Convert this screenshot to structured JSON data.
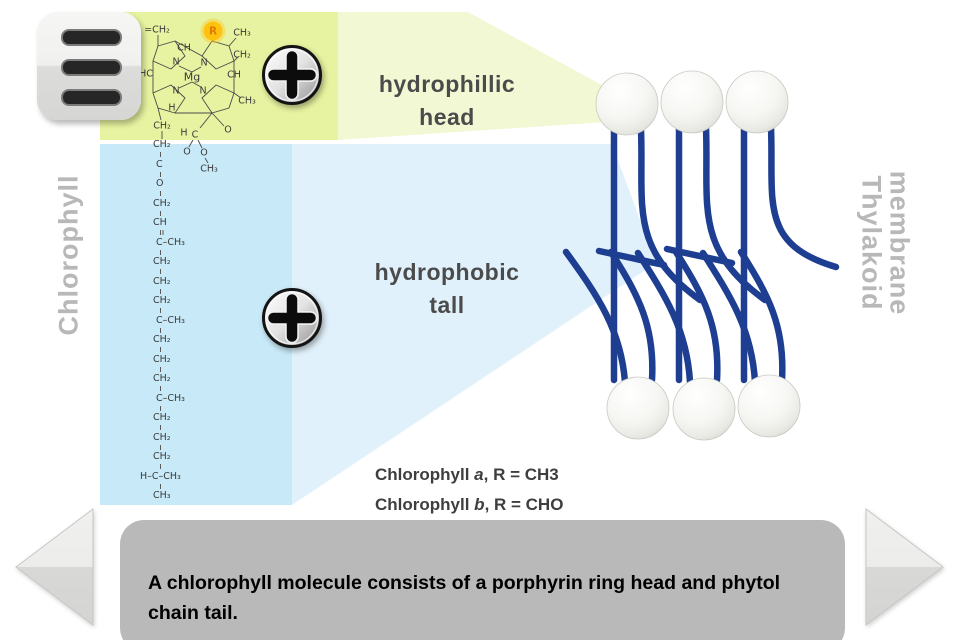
{
  "colors": {
    "head_bright": "#e7f3a0",
    "head_pale": "#f2f8d3",
    "tail_bright": "#c8eaf8",
    "tail_pale": "#e1f1fb",
    "membrane_line": "#1e3e92",
    "r_badge": "#ffc30f",
    "side_label": "#b8b8b8",
    "caption_bg": "#b9b9b9"
  },
  "side_labels": {
    "left": "Chlorophyll",
    "right_line1": "Thylakoid",
    "right_line2": "membrane"
  },
  "labels": {
    "head_line1": "hydrophillic",
    "head_line2": "head",
    "tail_line1": "hydrophobic",
    "tail_line2": "tall"
  },
  "molecule": {
    "r_label": "R",
    "ring": [
      "=CH₂",
      "CH",
      "CH₃",
      "CH₂",
      "HC",
      "Mg",
      "CH",
      "N",
      "N",
      "N",
      "N",
      "CH₃",
      "H",
      "CH₂",
      "H",
      "C",
      "O",
      "O",
      "O",
      "CH₃"
    ],
    "chain": [
      "CH₂",
      "C",
      "O",
      "CH₂",
      "CH",
      "C–CH₃",
      "CH₂",
      "CH₂",
      "CH₂",
      "C–CH₃",
      "CH₂",
      "CH₂",
      "CH₂",
      "C–CH₃",
      "CH₂",
      "CH₂",
      "CH₂",
      "H–C–CH₃",
      "CH₃"
    ]
  },
  "variants": {
    "line1": {
      "prefix": "Chlorophyll ",
      "var": "a",
      "rest": ", R = CH3"
    },
    "line2": {
      "prefix": "Chlorophyll ",
      "var": "b",
      "rest": ", R = CHO"
    }
  },
  "caption": "A chlorophyll molecule consists of a porphyrin ring head and phytol chain tail."
}
